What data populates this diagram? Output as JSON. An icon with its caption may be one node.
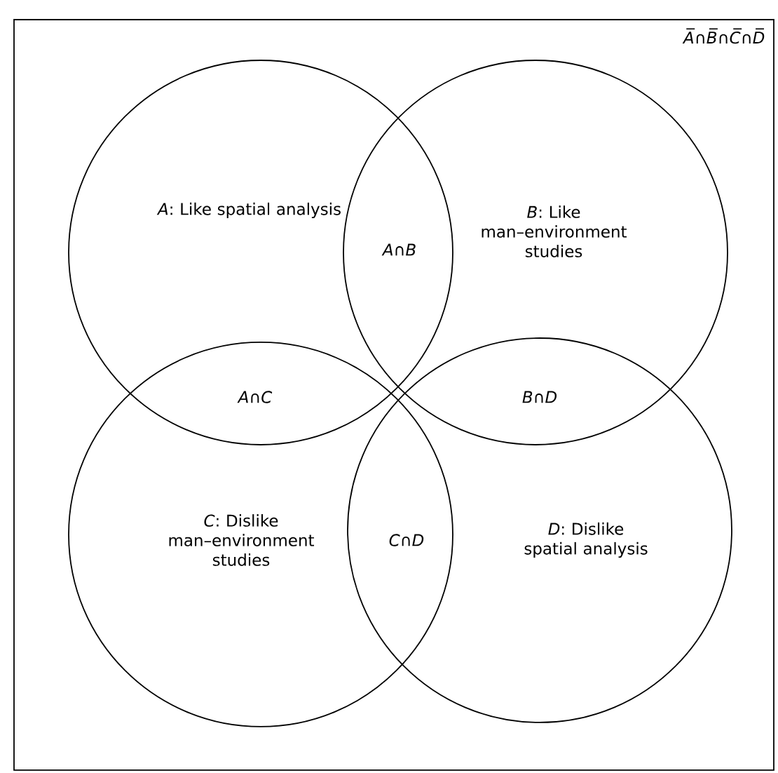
{
  "diagram": {
    "nodes": [
      {
        "text": [
          "*A̅*∩*B̅*∩*C̅*∩*D̅*"
        ]
      },
      {
        "text": [
          "*A*: Like spatial analysis"
        ],
        "in": 0
      },
      {
        "text": [
          "*B*: Like man–environment studies"
        ],
        "in": 0
      },
      {
        "text": [
          "*C*: Dislike man–environment studies"
        ],
        "in": 0
      },
      {
        "text": [
          "*D*: Dislike spatial analysis"
        ],
        "in": 0
      }
    ],
    "labels": [
      "*A*∩*B*",
      "*A*∩*C*",
      "*B*∩*D*",
      "*C*∩*D*"
    ]
  }
}
